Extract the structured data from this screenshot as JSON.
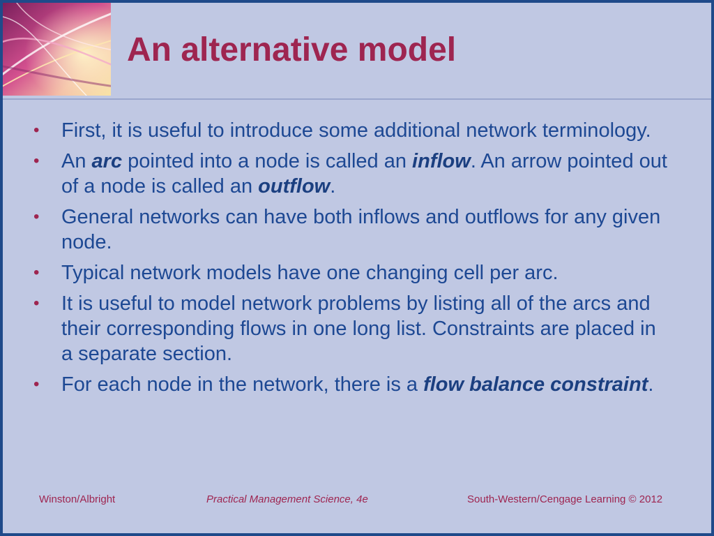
{
  "slide": {
    "title": "An alternative model",
    "bullets": [
      {
        "parts": [
          {
            "text": "First, it is useful to introduce some additional network terminology."
          }
        ]
      },
      {
        "parts": [
          {
            "text": "An "
          },
          {
            "text": "arc",
            "emphasis": true
          },
          {
            "text": " pointed into a node is called an "
          },
          {
            "text": "inflow",
            "emphasis": true
          },
          {
            "text": ". An arrow pointed out of a node is called an "
          },
          {
            "text": "outflow",
            "emphasis": true
          },
          {
            "text": "."
          }
        ]
      },
      {
        "parts": [
          {
            "text": "General networks can have both inflows and outflows for any given node."
          }
        ]
      },
      {
        "parts": [
          {
            "text": "Typical network models have one changing cell per arc."
          }
        ]
      },
      {
        "parts": [
          {
            "text": "It is useful to model network problems by listing all of the arcs and their corresponding flows in one long list. Constraints are placed in a separate section."
          }
        ]
      },
      {
        "parts": [
          {
            "text": "For each node in the network, there is a "
          },
          {
            "text": "flow balance constraint",
            "emphasis": true
          },
          {
            "text": "."
          }
        ]
      }
    ],
    "bullet_glyph": "•",
    "footer": {
      "left": "Winston/Albright",
      "center": "Practical Management Science, 4e",
      "right": "South-Western/Cengage Learning © 2012"
    }
  },
  "colors": {
    "background": "#c0c8e3",
    "title": "#9e2550",
    "body_text": "#1d4893",
    "border": "#1f4a8a"
  },
  "icons": {
    "corner_image": "abstract-light-streaks-image"
  }
}
